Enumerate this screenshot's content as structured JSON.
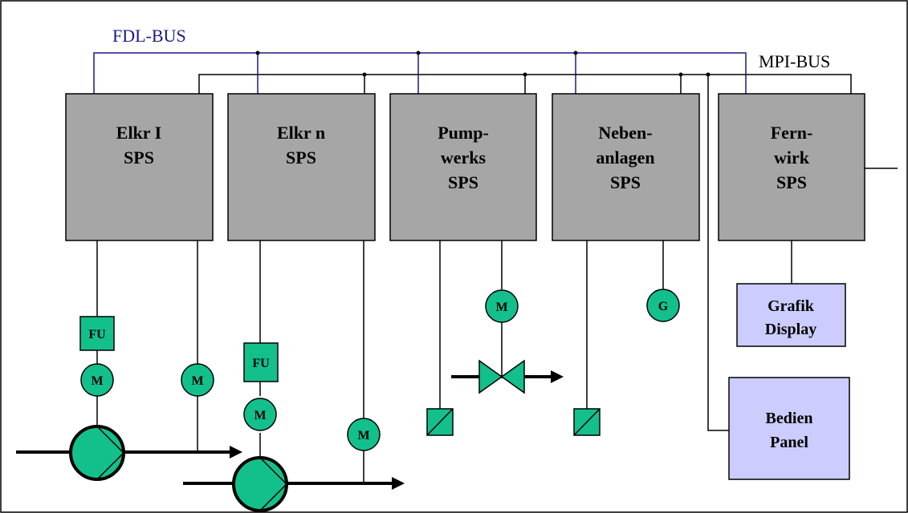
{
  "bus": {
    "fdl_label": "FDL-BUS",
    "mpi_label": "MPI-BUS",
    "fdl_color": "#1a1a8c",
    "mpi_color": "#000000"
  },
  "plcs": [
    {
      "line1": "Elkr I",
      "line2": "SPS",
      "line3": ""
    },
    {
      "line1": "Elkr n",
      "line2": "SPS",
      "line3": ""
    },
    {
      "line1": "Pump-",
      "line2": "werks",
      "line3": "SPS"
    },
    {
      "line1": "Neben-",
      "line2": "anlagen",
      "line3": "SPS"
    },
    {
      "line1": "Fern-",
      "line2": "wirk",
      "line3": "SPS"
    }
  ],
  "devices": {
    "fu_label": "FU",
    "motor_label": "M",
    "generator_label": "G"
  },
  "panels": {
    "grafik_display": {
      "line1": "Grafik",
      "line2": "Display"
    },
    "bedien_panel": {
      "line1": "Bedien",
      "line2": "Panel"
    }
  },
  "colors": {
    "plc_fill": "#a6a6a6",
    "device_fill": "#13c08c",
    "panel_fill": "#ccccff",
    "line": "#000000"
  }
}
